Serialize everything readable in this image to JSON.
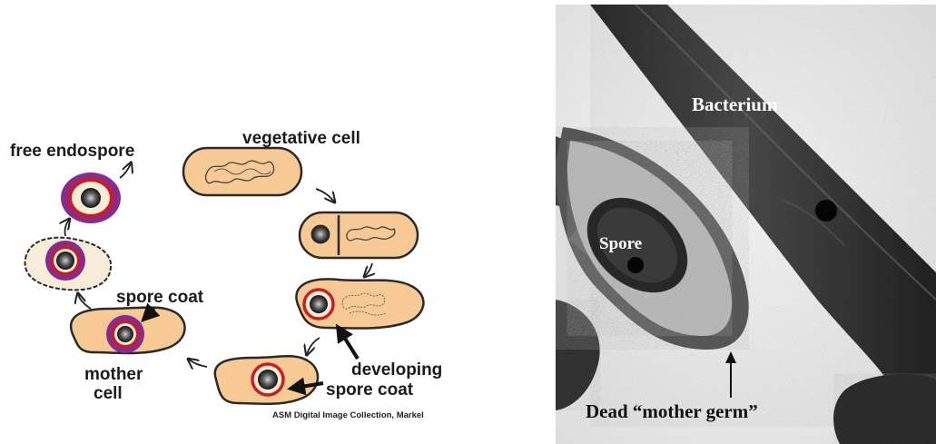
{
  "diagram": {
    "labels": {
      "vegetative_cell": "vegetative cell",
      "free_endospore": "free endospore",
      "spore_coat": "spore coat",
      "mother_cell_line1": "mother",
      "mother_cell_line2": "cell",
      "developing_line1": "developing",
      "developing_line2": "spore coat"
    },
    "credit": "ASM Digital Image Collection, Markel",
    "colors": {
      "cell_fill": "#f7c994",
      "outline": "#2a2a2a",
      "spore_coat": "#8a2a8a",
      "developing_coat": "#c81e1e",
      "endospore_halo": "#f6ecd8"
    }
  },
  "micrograph": {
    "labels": {
      "bacterium": "Bacterium",
      "spore": "Spore",
      "dead_mother_germ": "Dead “mother germ”"
    }
  }
}
